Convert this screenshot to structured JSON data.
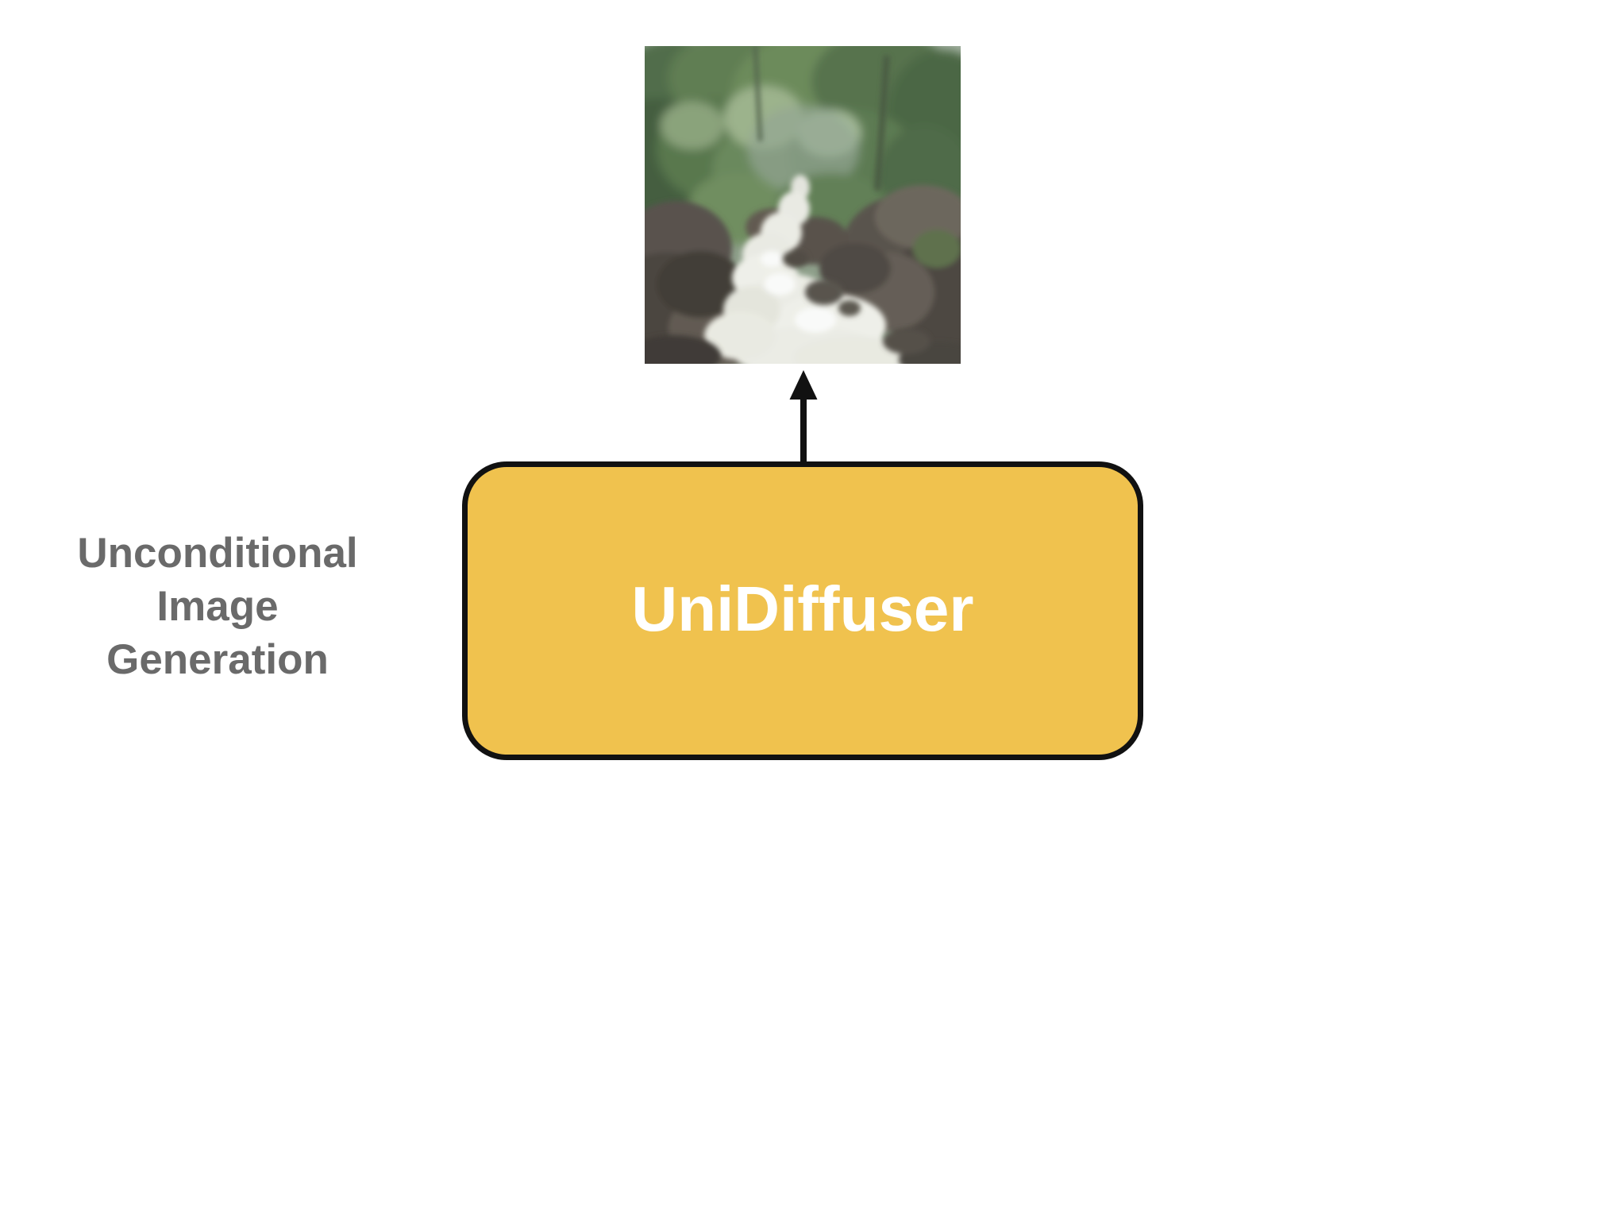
{
  "diagram": {
    "task_label": {
      "lines": [
        "Unconditional",
        "Image",
        "Generation"
      ],
      "text_color": "#6a6a6a"
    },
    "model_box": {
      "label": "UniDiffuser",
      "fill_color": "#f0c24e",
      "border_color": "#111111",
      "label_color": "#ffffff"
    },
    "arrow": {
      "direction": "up",
      "color": "#111111"
    },
    "output_image": {
      "alt": "forest stream flowing over rocks with whitewater"
    }
  }
}
